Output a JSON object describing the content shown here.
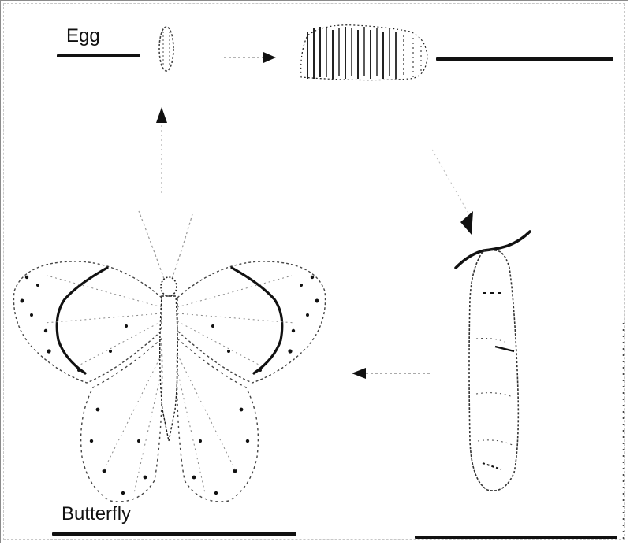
{
  "diagram": {
    "labels": {
      "egg": "Egg",
      "butterfly": "Butterfly"
    },
    "stages": [
      "egg-stage",
      "larva-stage",
      "pupa-stage",
      "adult-stage"
    ],
    "answer_blanks": [
      "larva-blank",
      "pupa-blank"
    ]
  }
}
